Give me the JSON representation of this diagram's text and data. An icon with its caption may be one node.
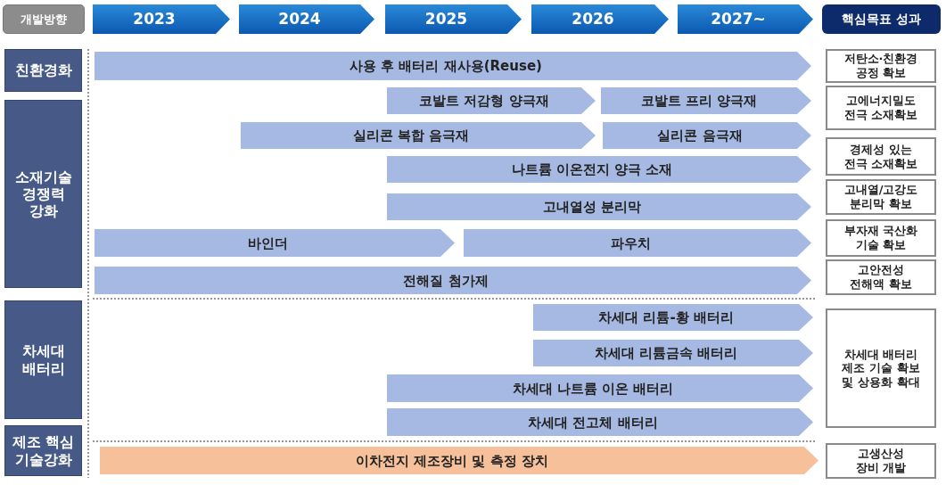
{
  "diagram": {
    "nodes": [
      {
        "text": [
          "개발방향"
        ]
      },
      {
        "text": [
          "2023"
        ]
      },
      {
        "text": [
          "2024"
        ]
      },
      {
        "text": [
          "2025"
        ]
      },
      {
        "text": [
          "2026"
        ]
      },
      {
        "text": [
          "2027~"
        ]
      },
      {
        "text": [
          "핵심목표 성과"
        ]
      },
      {
        "text": [
          "친환경화"
        ]
      },
      {
        "text": [
          "사용 후 배터리 재사용(Reuse)"
        ]
      },
      {
        "text": [
          "저탄소·친환경 공정 확보"
        ]
      },
      {
        "text": [
          "소재기술 경쟁력 강화"
        ]
      },
      {
        "text": [
          "코발트 저감형 양극재"
        ]
      },
      {
        "text": [
          "코발트 프리 양극재"
        ]
      },
      {
        "text": [
          "고에너지밀도 전극 소재확보"
        ]
      },
      {
        "text": [
          "실리콘 복합 음극재"
        ]
      },
      {
        "text": [
          "실리콘 음극재"
        ]
      },
      {
        "text": [
          "나트륨 이온전지 양극 소재"
        ]
      },
      {
        "text": [
          "경제성 있는 전극 소재확보"
        ]
      },
      {
        "text": [
          "고내열성 분리막"
        ]
      },
      {
        "text": [
          "고내열/고강도 분리막 확보"
        ]
      },
      {
        "text": [
          "바인더"
        ]
      },
      {
        "text": [
          "파우치"
        ]
      },
      {
        "text": [
          "부자재 국산화 기술 확보"
        ]
      },
      {
        "text": [
          "전해질 첨가제"
        ]
      },
      {
        "text": [
          "고안전성 전해액 확보"
        ]
      },
      {
        "text": [
          "차세대 배터리"
        ]
      },
      {
        "text": [
          "차세대 리튬-황 배터리"
        ]
      },
      {
        "text": [
          "차세대 리튬금속 배터리"
        ]
      },
      {
        "text": [
          "차세대 나트륨 이온 배터리"
        ]
      },
      {
        "text": [
          "차세대 전고체 배터리"
        ]
      },
      {
        "text": [
          "차세대 배터리 제조 기술 확보 및 상용화 확대"
        ]
      },
      {
        "text": [
          "제조 핵심 기술강화"
        ]
      },
      {
        "text": [
          "이차전지 제조장비 및 측정 장치"
        ]
      },
      {
        "text": [
          "고생산성 장비 개발"
        ]
      }
    ]
  }
}
